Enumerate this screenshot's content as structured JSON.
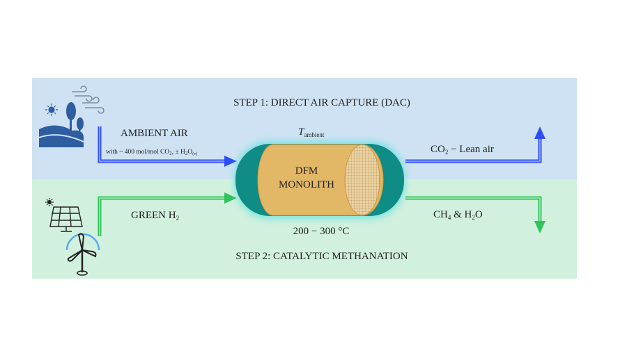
{
  "step1": {
    "title": "STEP 1: DIRECT AIR CAPTURE (DAC)"
  },
  "step2": {
    "title": "STEP 2: CATALYTIC METHANATION"
  },
  "inlet_air": {
    "label": "AMBIENT AIR",
    "detail_main": "with ~ 400 mol/mol CO",
    "detail_sub1": "2",
    "detail_mid": ", ± H",
    "detail_sub2": "2",
    "detail_o": "O",
    "detail_sub3": "(v)"
  },
  "inlet_h2": {
    "label": "GREEN H",
    "sub": "2"
  },
  "reactor": {
    "line1": "DFM",
    "line2": "MONOLITH",
    "temp_top_T": "T",
    "temp_top_sub": "ambient",
    "temp_bottom": "200 − 300 °C"
  },
  "outlet_air": {
    "co": "CO",
    "sub": "2",
    "rest": " − Lean air"
  },
  "outlet_ch4": {
    "ch": "CH",
    "sub": "4",
    "rest": " & H",
    "sub2": "2",
    "o": "O"
  },
  "colors": {
    "step1_bg": "#cfe2f3",
    "step2_bg": "#d2f0de",
    "blue_arrow": "#2d4ef5",
    "green_arrow": "#2fc35a",
    "shell": "#0f8c86",
    "monolith": "#e2b765",
    "icon_blue": "#2e5da0"
  },
  "icons": [
    "landscape-icon",
    "wind-icon",
    "sun-icon",
    "solar-panel-icon",
    "wind-turbine-icon"
  ]
}
